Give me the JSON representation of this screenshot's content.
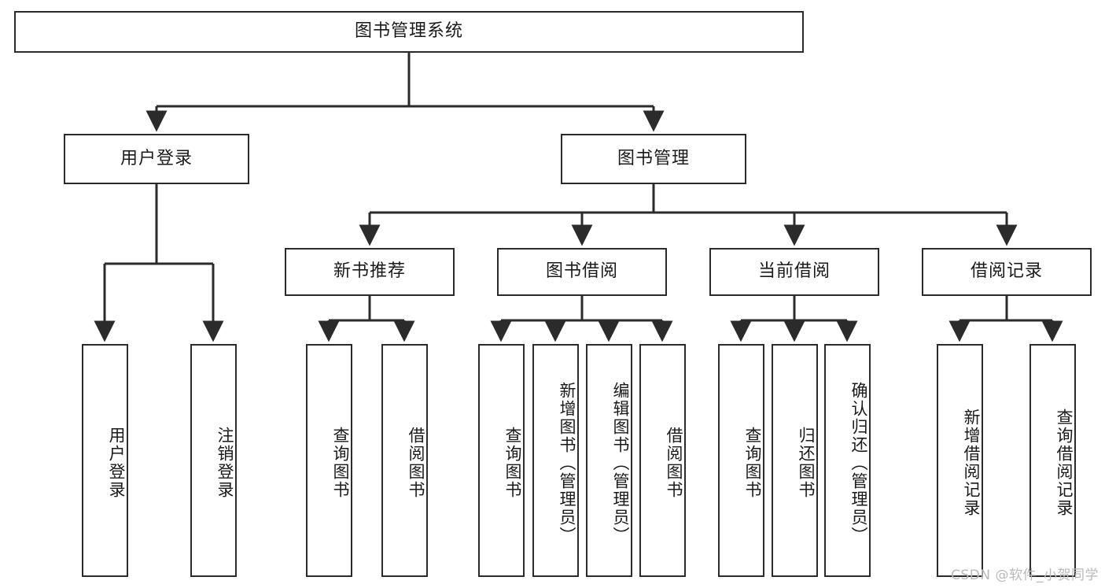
{
  "diagram": {
    "type": "tree-hierarchy-chart",
    "title": "图书管理系统",
    "watermark": "CSDN @软件_小贺同学",
    "colors": {
      "box_border": "#2b2b2b",
      "box_fill": "#ffffff",
      "edge": "#2b2b2b",
      "text": "#1a1a1a",
      "watermark": "#b9b9b9",
      "background": "#ffffff"
    },
    "nodes": {
      "root": {
        "label": "图书管理系统",
        "level": 0
      },
      "level1": [
        {
          "id": "user-login",
          "label": "用户登录"
        },
        {
          "id": "book-management",
          "label": "图书管理"
        }
      ],
      "level2": [
        {
          "id": "new-book-recommend",
          "label": "新书推荐",
          "parent": "book-management"
        },
        {
          "id": "book-borrow",
          "label": "图书借阅",
          "parent": "book-management"
        },
        {
          "id": "current-borrow",
          "label": "当前借阅",
          "parent": "book-management"
        },
        {
          "id": "borrow-record",
          "label": "借阅记录",
          "parent": "book-management"
        }
      ],
      "leaves": {
        "user-login": [
          {
            "id": "leaf-user-login",
            "label": "用户登录"
          },
          {
            "id": "leaf-user-logout",
            "label": "注销登录"
          }
        ],
        "new-book-recommend": [
          {
            "id": "leaf-query-book-1",
            "label": "查询图书"
          },
          {
            "id": "leaf-borrow-book-1",
            "label": "借阅图书"
          }
        ],
        "book-borrow": [
          {
            "id": "leaf-query-book-2",
            "label": "查询图书"
          },
          {
            "id": "leaf-add-book",
            "label": "新增图书（管理员）"
          },
          {
            "id": "leaf-edit-book",
            "label": "编辑图书（管理员）"
          },
          {
            "id": "leaf-borrow-book-2",
            "label": "借阅图书"
          }
        ],
        "current-borrow": [
          {
            "id": "leaf-query-book-3",
            "label": "查询图书"
          },
          {
            "id": "leaf-return-book",
            "label": "归还图书"
          },
          {
            "id": "leaf-confirm-return",
            "label": "确认归还（管理员）"
          }
        ],
        "borrow-record": [
          {
            "id": "leaf-add-record",
            "label": "新增借阅记录"
          },
          {
            "id": "leaf-query-record",
            "label": "查询借阅记录"
          }
        ]
      }
    }
  }
}
